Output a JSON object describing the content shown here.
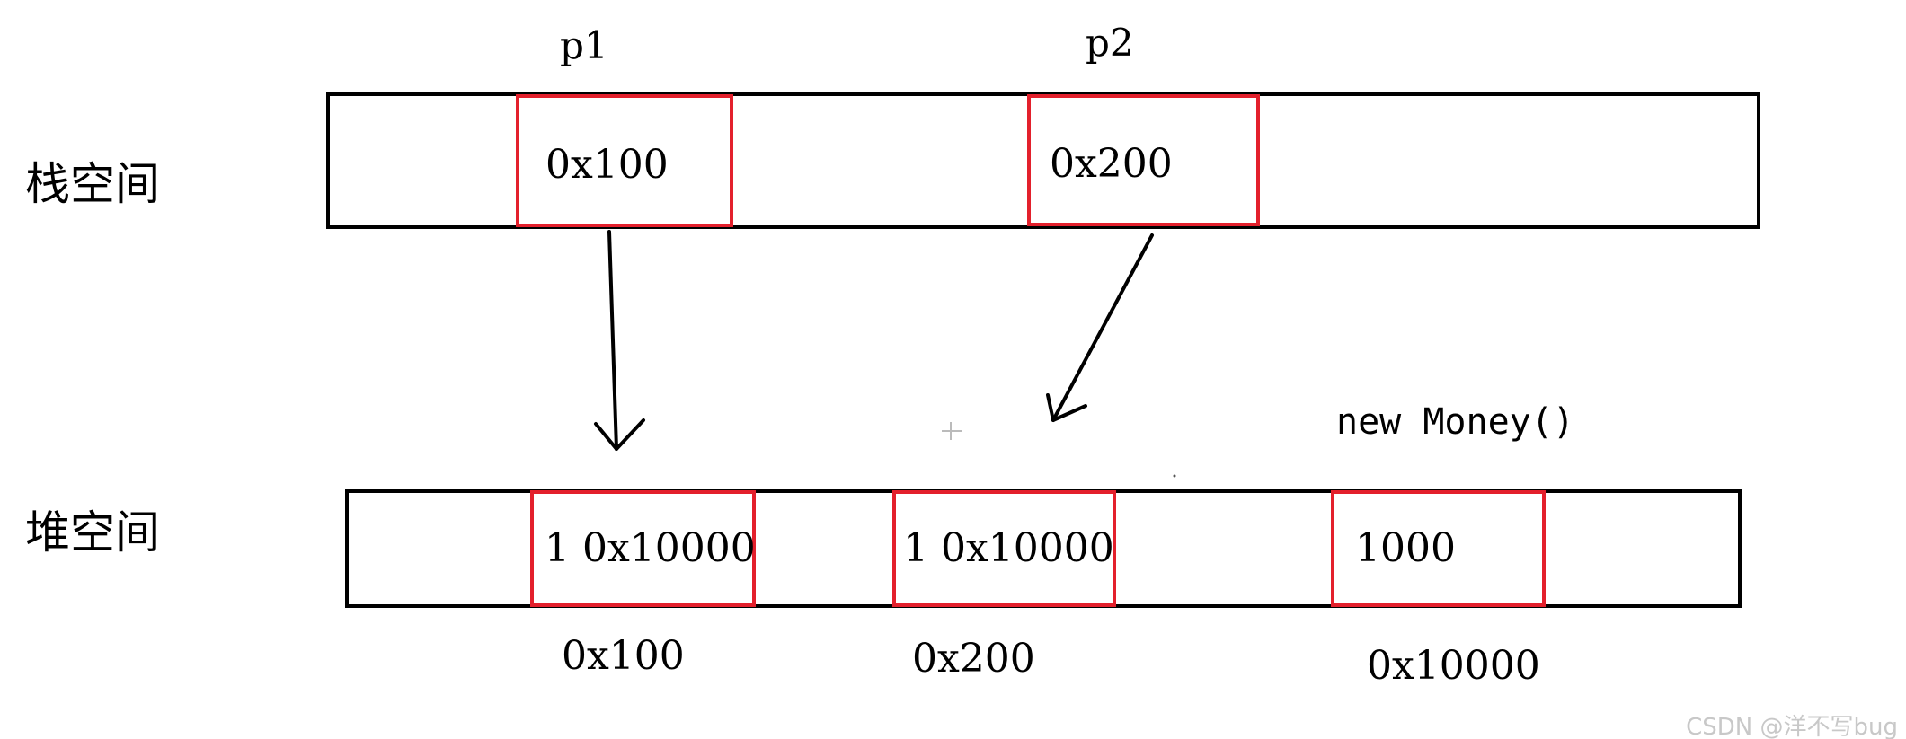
{
  "regions": {
    "stack_label": "栈空间",
    "heap_label": "堆空间"
  },
  "stack": {
    "vars": [
      {
        "name": "p1",
        "value": "0x100"
      },
      {
        "name": "p2",
        "value": "0x200"
      }
    ]
  },
  "heap": {
    "cells": [
      {
        "content": "1  0x10000",
        "address": "0x100"
      },
      {
        "content": "1  0x10000",
        "address": "0x200"
      },
      {
        "content": "1000",
        "address": "0x10000",
        "caption": "new Money()"
      }
    ]
  },
  "watermark": "CSDN @洋不写bug",
  "colors": {
    "outline": "#000000",
    "highlight": "#e3202c"
  }
}
